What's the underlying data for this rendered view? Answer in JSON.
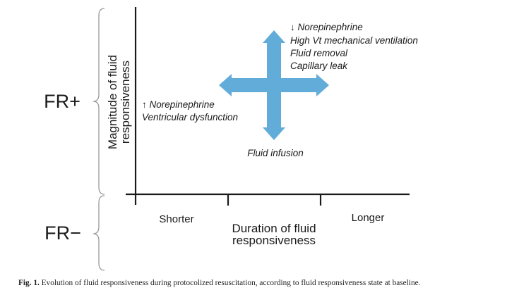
{
  "colors": {
    "arrow": "#62acd9",
    "ink": "#1a1a1a"
  },
  "states": {
    "fr_plus": "FR+",
    "fr_minus": "FR−"
  },
  "y_axis": {
    "line1": "Magnitude of fluid",
    "line2": "responsiveness"
  },
  "x_axis": {
    "line1": "Duration of fluid",
    "line2": "responsiveness",
    "shorter": "Shorter",
    "longer": "Longer"
  },
  "factors": {
    "up_right": [
      "↓ Norepinephrine",
      "High Vt mechanical ventilation",
      "Fluid removal",
      "Capillary leak"
    ],
    "left": [
      "↑ Norepinephrine",
      "Ventricular dysfunction"
    ],
    "down": "Fluid infusion"
  },
  "caption": {
    "label": "Fig. 1.",
    "text": "Evolution of fluid responsiveness during protocolized resuscitation, according to fluid responsiveness state at baseline."
  }
}
